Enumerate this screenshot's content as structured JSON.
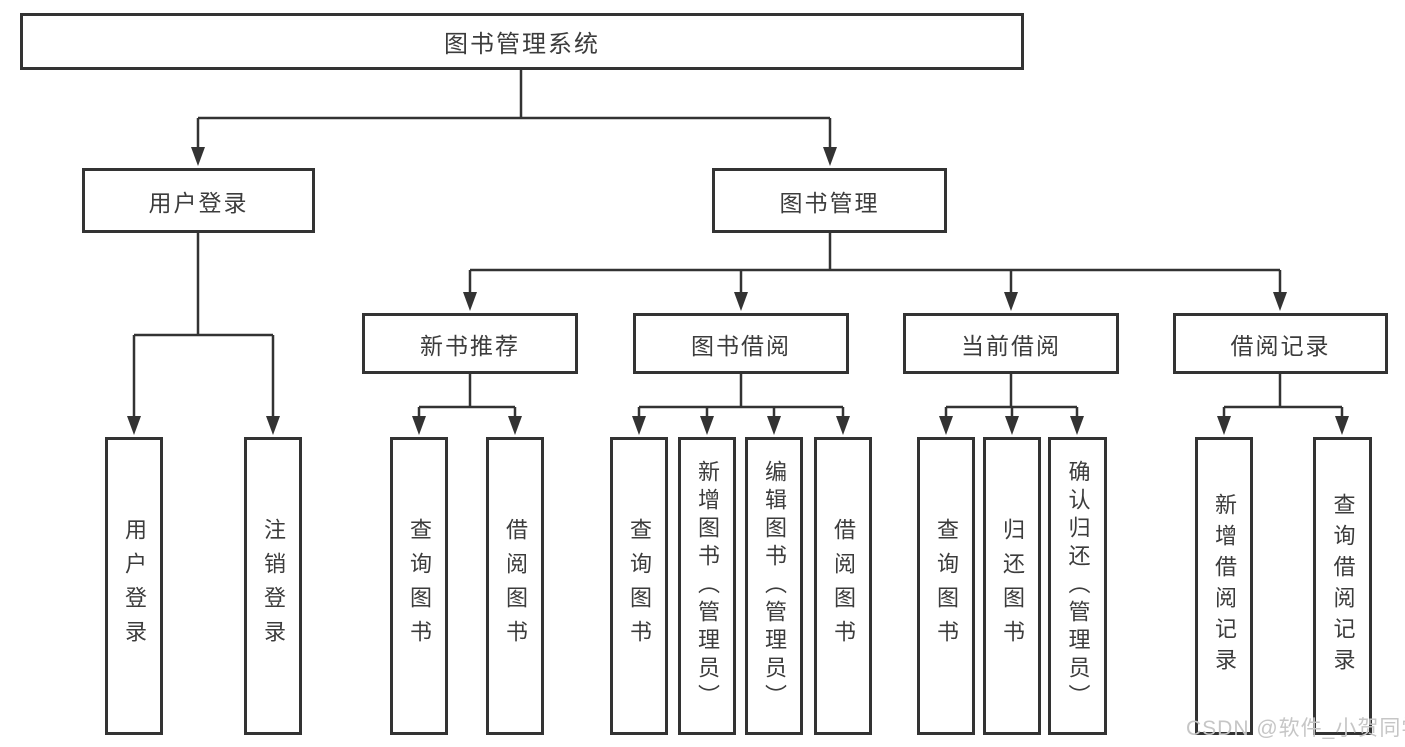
{
  "title": "图书管理系统",
  "watermark": "CSDN @软件_小贺同学",
  "colors": {
    "line": "#333333",
    "box_border": "#333333",
    "text": "#3c3c3c",
    "watermark": "#c6c6c6",
    "background": "#ffffff"
  },
  "tree": {
    "root": {
      "label": "图书管理系统",
      "children": [
        {
          "label": "用户登录",
          "children": [
            {
              "label": "用户登录"
            },
            {
              "label": "注销登录"
            }
          ]
        },
        {
          "label": "图书管理",
          "children": [
            {
              "label": "新书推荐",
              "children": [
                {
                  "label": "查询图书"
                },
                {
                  "label": "借阅图书"
                }
              ]
            },
            {
              "label": "图书借阅",
              "children": [
                {
                  "label": "查询图书"
                },
                {
                  "label": "新增图书（管理员）"
                },
                {
                  "label": "编辑图书（管理员）"
                },
                {
                  "label": "借阅图书"
                }
              ]
            },
            {
              "label": "当前借阅",
              "children": [
                {
                  "label": "查询图书"
                },
                {
                  "label": "归还图书"
                },
                {
                  "label": "确认归还（管理员）"
                }
              ]
            },
            {
              "label": "借阅记录",
              "children": [
                {
                  "label": "新增借阅记录"
                },
                {
                  "label": "查询借阅记录"
                }
              ]
            }
          ]
        }
      ]
    }
  }
}
